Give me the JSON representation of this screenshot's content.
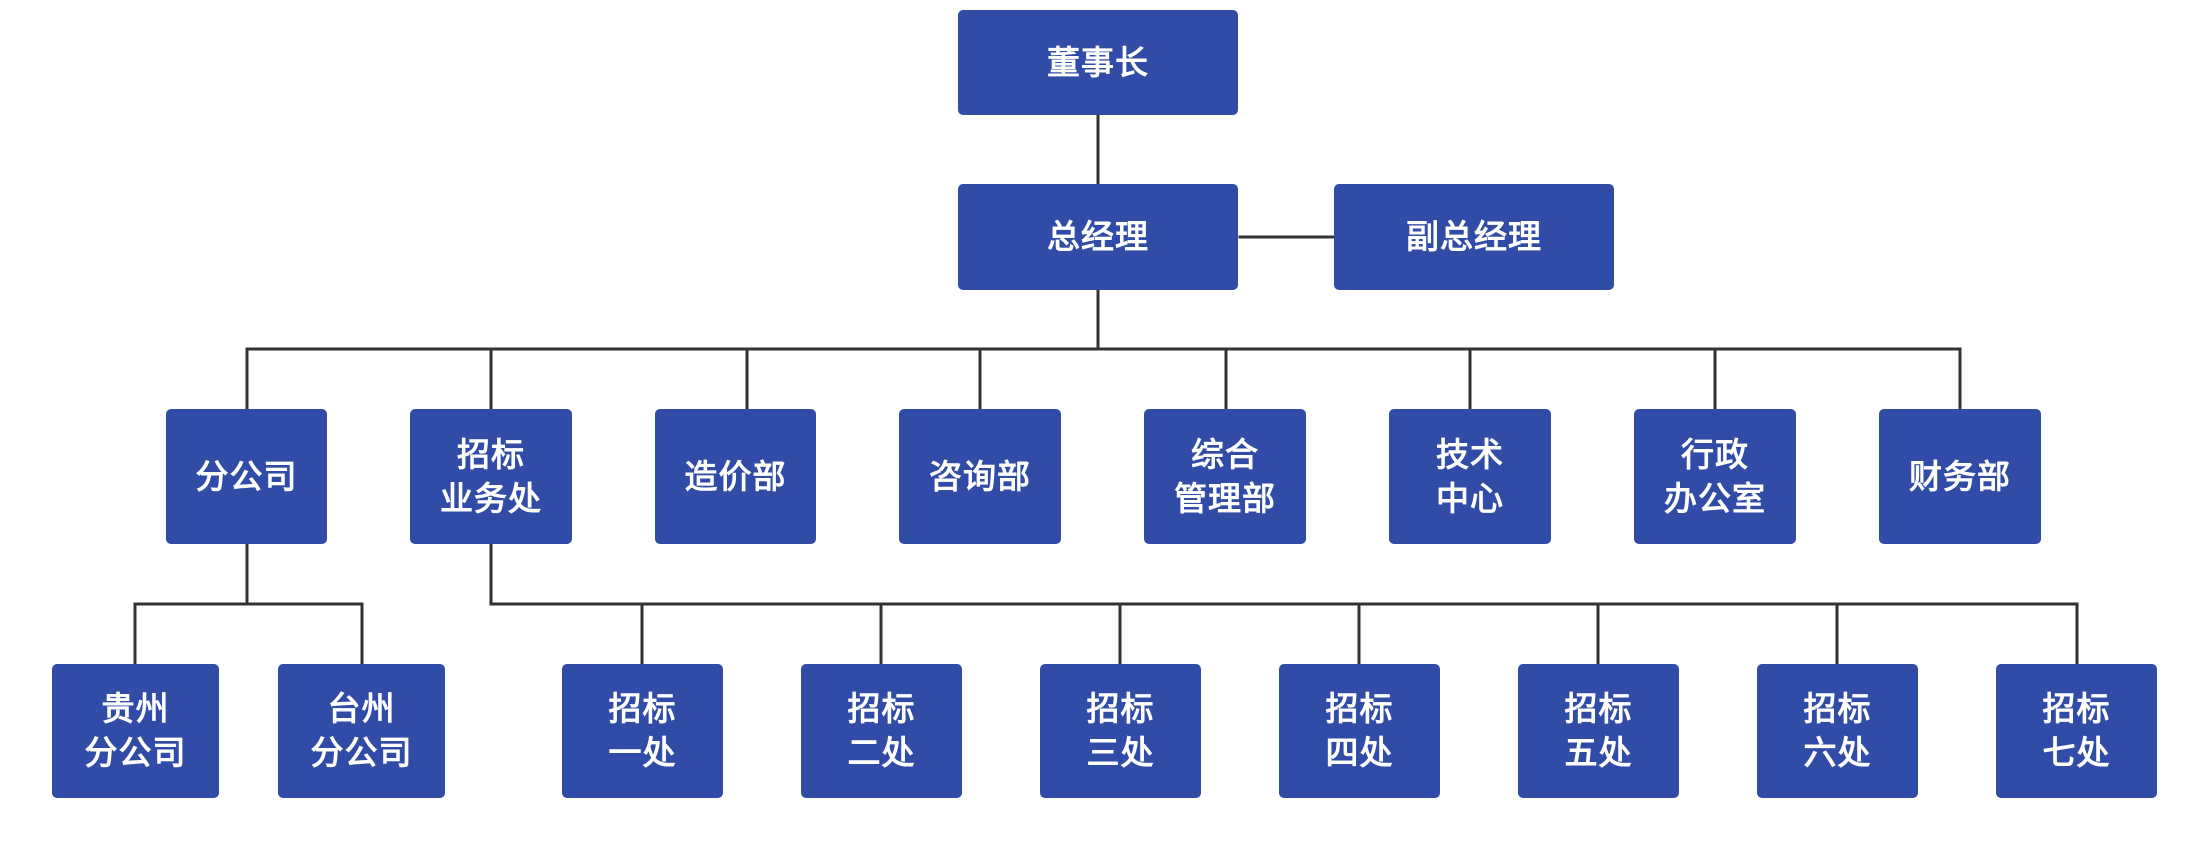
{
  "colors": {
    "node_fill": "#314ca6",
    "node_text": "#ffffff",
    "connector": "#333333"
  },
  "org": {
    "chairman": {
      "label": [
        "董事长"
      ]
    },
    "general_manager": {
      "label": [
        "总经理"
      ]
    },
    "deputy_general_manager": {
      "label": [
        "副总经理"
      ]
    },
    "departments": [
      {
        "label": [
          "分公司"
        ]
      },
      {
        "label": [
          "招标",
          "业务处"
        ]
      },
      {
        "label": [
          "造价部"
        ]
      },
      {
        "label": [
          "咨询部"
        ]
      },
      {
        "label": [
          "综合",
          "管理部"
        ]
      },
      {
        "label": [
          "技术",
          "中心"
        ]
      },
      {
        "label": [
          "行政",
          "办公室"
        ]
      },
      {
        "label": [
          "财务部"
        ]
      }
    ],
    "branches": [
      {
        "label": [
          "贵州",
          "分公司"
        ]
      },
      {
        "label": [
          "台州",
          "分公司"
        ]
      }
    ],
    "bidding_offices": [
      {
        "label": [
          "招标",
          "一处"
        ]
      },
      {
        "label": [
          "招标",
          "二处"
        ]
      },
      {
        "label": [
          "招标",
          "三处"
        ]
      },
      {
        "label": [
          "招标",
          "四处"
        ]
      },
      {
        "label": [
          "招标",
          "五处"
        ]
      },
      {
        "label": [
          "招标",
          "六处"
        ]
      },
      {
        "label": [
          "招标",
          "七处"
        ]
      }
    ]
  }
}
